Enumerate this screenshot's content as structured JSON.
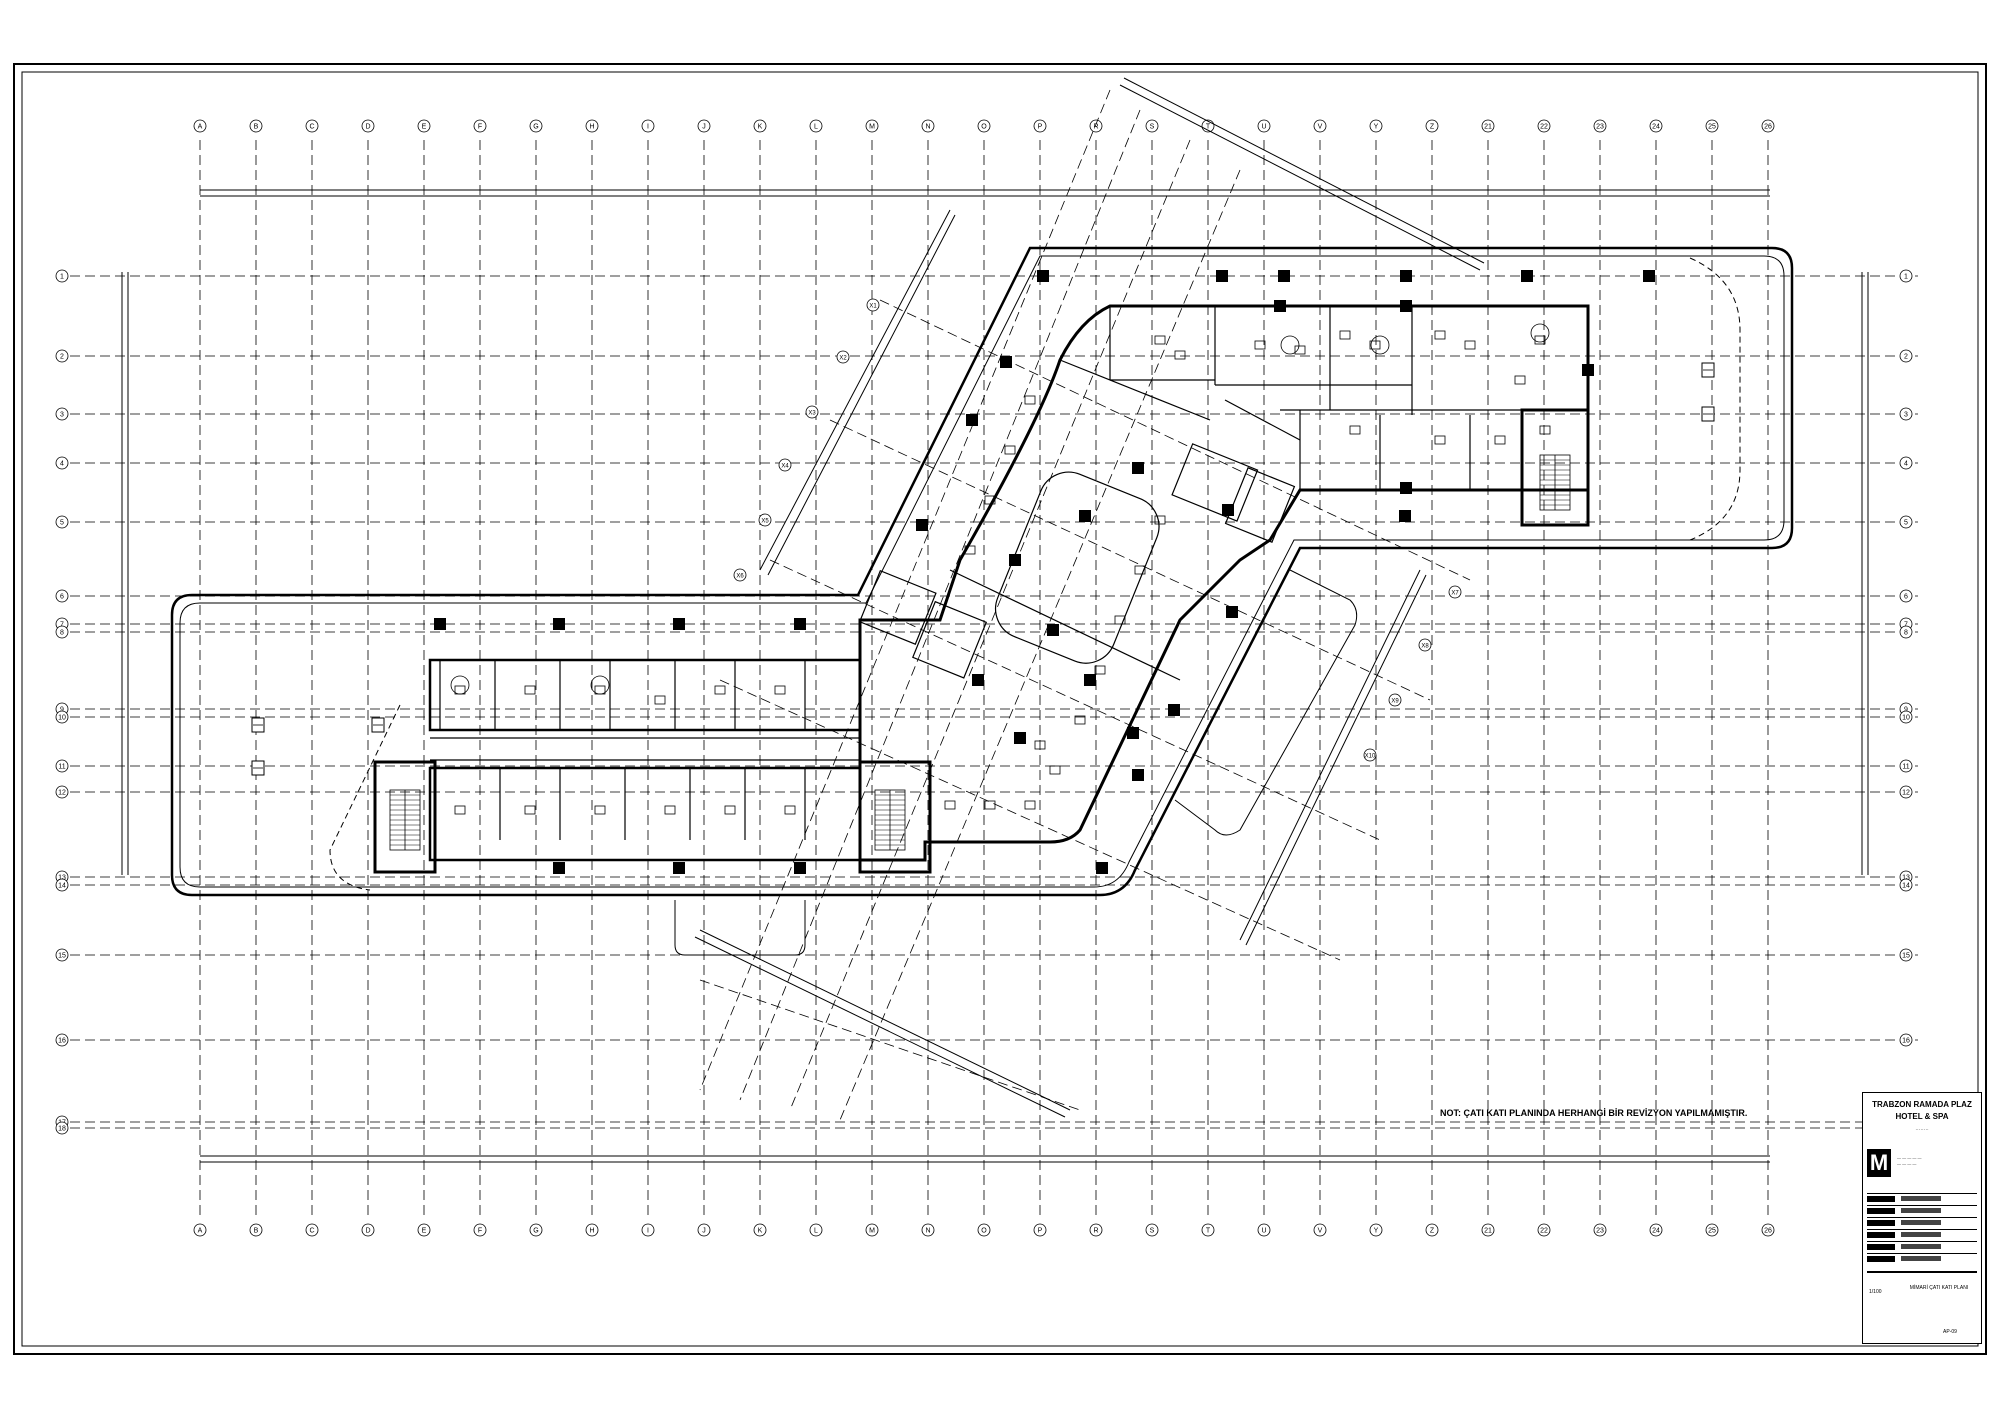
{
  "drawing": {
    "grid_columns": [
      "A",
      "B",
      "C",
      "D",
      "E",
      "F",
      "G",
      "H",
      "I",
      "J",
      "K",
      "L",
      "M",
      "N",
      "O",
      "P",
      "R",
      "S",
      "T",
      "U",
      "V",
      "Y",
      "Z",
      "21",
      "22",
      "23",
      "24",
      "25",
      "26"
    ],
    "grid_rows": [
      "1",
      "2",
      "3",
      "4",
      "5",
      "6",
      "7",
      "8",
      "9",
      "10",
      "11",
      "12",
      "13",
      "14",
      "15",
      "16",
      "17",
      "18"
    ],
    "rotated_grid_labels": [
      "X1",
      "X2",
      "X3",
      "X4",
      "X5",
      "X6",
      "X7",
      "X8",
      "X9",
      "X10"
    ]
  },
  "note": "NOT: ÇATI KATI PLANINDA HERHANGİ BİR REVİZYON YAPILMAMIŞTIR.",
  "title_block": {
    "project": "TRABZON RAMADA PLAZ HOTEL & SPA",
    "logo": "M",
    "scale": "1/100",
    "sheet_name": "MİMARİ ÇATI KATI PLANI",
    "sheet_no": "AP-09"
  },
  "colors": {
    "line": "#000000",
    "paper": "#ffffff"
  }
}
